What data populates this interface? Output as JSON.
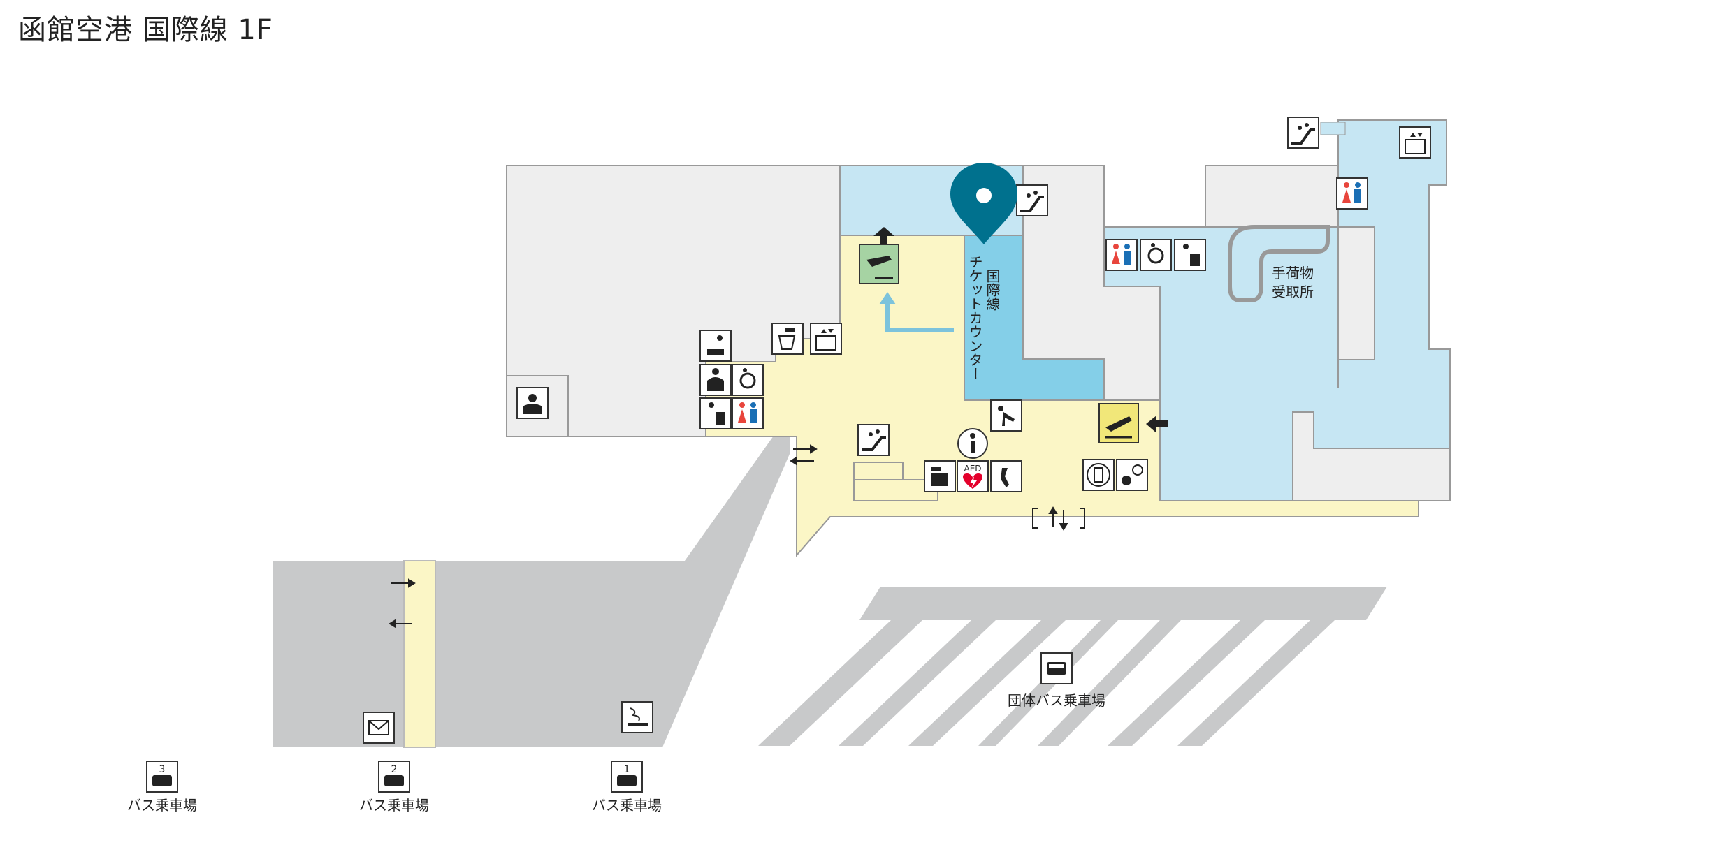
{
  "title": "函館空港 国際線 1F",
  "labels": {
    "ticket_counter_line1": "国際線",
    "ticket_counter_line2": "チケットカウンター",
    "baggage_line1": "手荷物",
    "baggage_line2": "受取所",
    "group_bus": "団体バス乗車場",
    "bus_stop_3": "バス乗車場",
    "bus_stop_2": "バス乗車場",
    "bus_stop_1": "バス乗車場",
    "bus_num_3": "3",
    "bus_num_2": "2",
    "bus_num_1": "1",
    "aed": "AED"
  },
  "icons": {
    "location_pin": "map-pin-icon",
    "departures": "airplane-departure-icon",
    "arrivals": "airplane-arrival-icon",
    "information": "information-icon",
    "aed": "aed-icon",
    "telephone": "telephone-icon",
    "escalator": "escalator-icon",
    "elevator": "elevator-icon",
    "restroom": "restroom-icon",
    "accessible": "wheelchair-icon",
    "baby_care": "baby-care-icon",
    "nursing": "nursing-room-icon",
    "ostomy": "multipurpose-toilet-icon",
    "water": "water-fountain-icon",
    "security": "security-guard-icon",
    "smoking": "smoking-area-icon",
    "mail": "mailbox-icon",
    "bus": "bus-icon",
    "phone_charge": "smartphone-charging-icon",
    "currency": "currency-exchange-icon",
    "ticket_machine": "ticket-machine-icon",
    "door": "entrance-door-icon"
  },
  "colors": {
    "public_area": "#fbf6c6",
    "arrival_area": "#c6e6f3",
    "counter_area": "#84cfe8",
    "closed_area": "#eeeeee",
    "outdoor": "#c8c9ca",
    "pin": "#00718e",
    "departure_box": "#a6d3a3",
    "arrival_box": "#f1e779",
    "aed_red": "#e4002b",
    "arrow_blue": "#7cc3dc",
    "female": "#e8453c",
    "male": "#1a6fb5"
  }
}
